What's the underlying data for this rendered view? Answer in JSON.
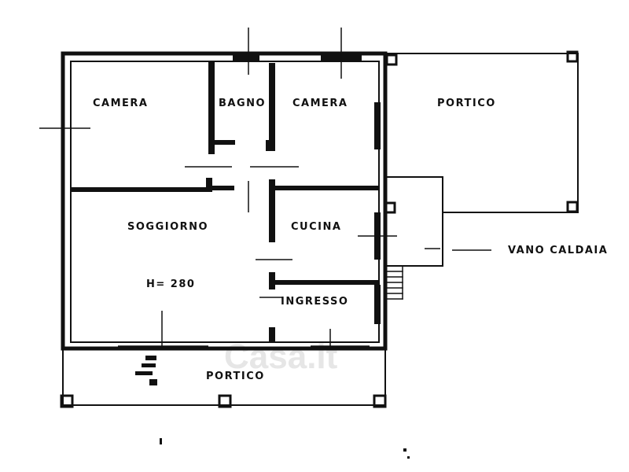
{
  "plan": {
    "rooms": {
      "camera_left": "CAMERA",
      "bagno": "BAGNO",
      "camera_right": "CAMERA",
      "portico_top": "PORTICO",
      "soggiorno": "SOGGIORNO",
      "cucina": "CUCINA",
      "ingresso": "INGRESSO",
      "portico_bottom": "PORTICO"
    },
    "height_note": "H= 280",
    "boiler_label": "VANO CALDAIA",
    "watermark": "Casa.it",
    "colors": {
      "ink": "#111111",
      "background": "#ffffff",
      "watermark": "#e6e6e6"
    }
  }
}
